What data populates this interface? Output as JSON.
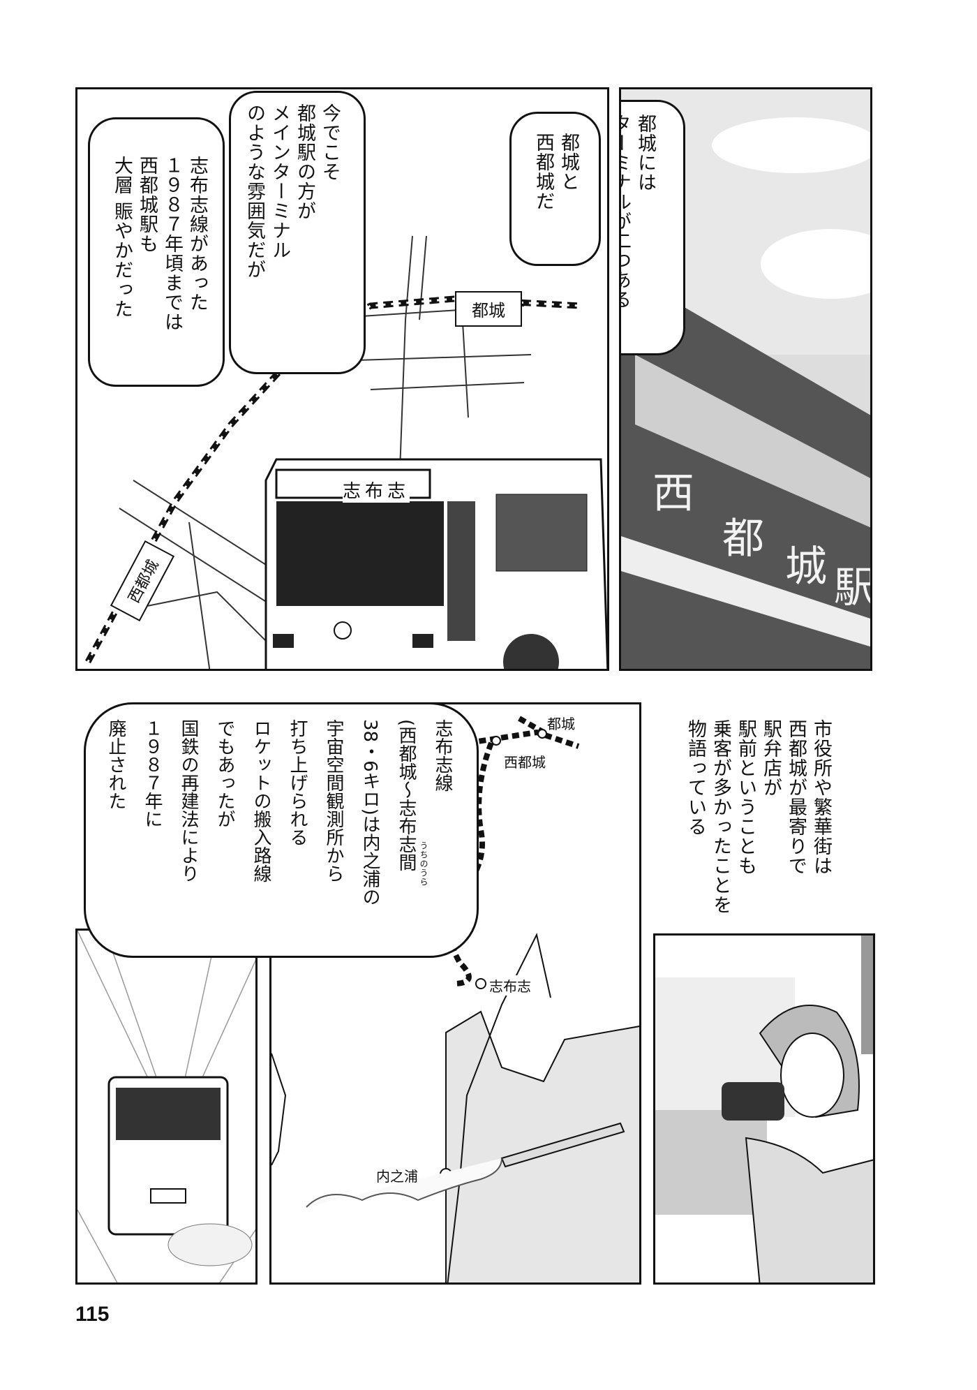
{
  "panel1": {
    "bubble_a": "今でこそ\n都城駅の方が\nメインターミナル\nのような雰囲気だが",
    "bubble_b": "志布志線があった\n１９８７年頃までは\n西都城駅も\n大層 賑やかだった",
    "map_label_miyakonojo": "都城",
    "map_label_nishimiyakonojo": "西都城",
    "bus_destination_sign": "志布志"
  },
  "panel2": {
    "bubble_a": "都城には\nターミナルが二つある",
    "bubble_b": "都城と\n西都城だ",
    "station_sign_chars": [
      "西",
      "都",
      "城",
      "駅"
    ]
  },
  "panel3": {
    "narration": "市役所や繁華街は\n西都城が最寄りで\n駅弁店が\n駅前ということも\n乗客が多かったことを\n物語っている"
  },
  "panel4": {
    "bubble": "志布志線\n(西都城〜志布志間\n38・6キロ)は内之浦の\n宇宙空間観測所から\n打ち上げられる\nロケットの搬入路線\nでもあったが\n国鉄の再建法により\n１９８７年に\n廃止された",
    "ruby_uchinoura": "うちのうら",
    "map_labels": {
      "miyakonojo": "都城",
      "nishimiyakonojo": "西都城",
      "shibushi": "志布志",
      "uchinoura": "内之浦"
    }
  },
  "page_number": "115"
}
